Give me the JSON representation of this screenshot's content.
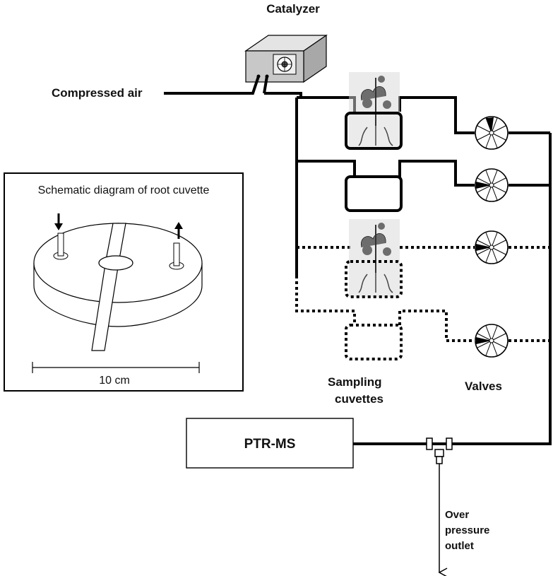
{
  "labels": {
    "catalyzer": "Catalyzer",
    "compressed_air": "Compressed air",
    "inset_title": "Schematic diagram of root cuvette",
    "scale": "10 cm",
    "sampling_line1": "Sampling",
    "sampling_line2": "cuvettes",
    "valves": "Valves",
    "ptrms": "PTR-MS",
    "outlet_line1": "Over",
    "outlet_line2": "pressure",
    "outlet_line3": "outlet"
  },
  "line_styles": {
    "active": "solid",
    "inactive": "dotted"
  },
  "colors": {
    "line": "#000000",
    "equipment_fill": "#ffffff",
    "catalyzer_front": "#c8c8c8",
    "catalyzer_top": "#e4e4e4",
    "catalyzer_side": "#a8a8a8",
    "plant_leaf": "#6d6d6d",
    "plant_bg": "#d8d8d8"
  }
}
